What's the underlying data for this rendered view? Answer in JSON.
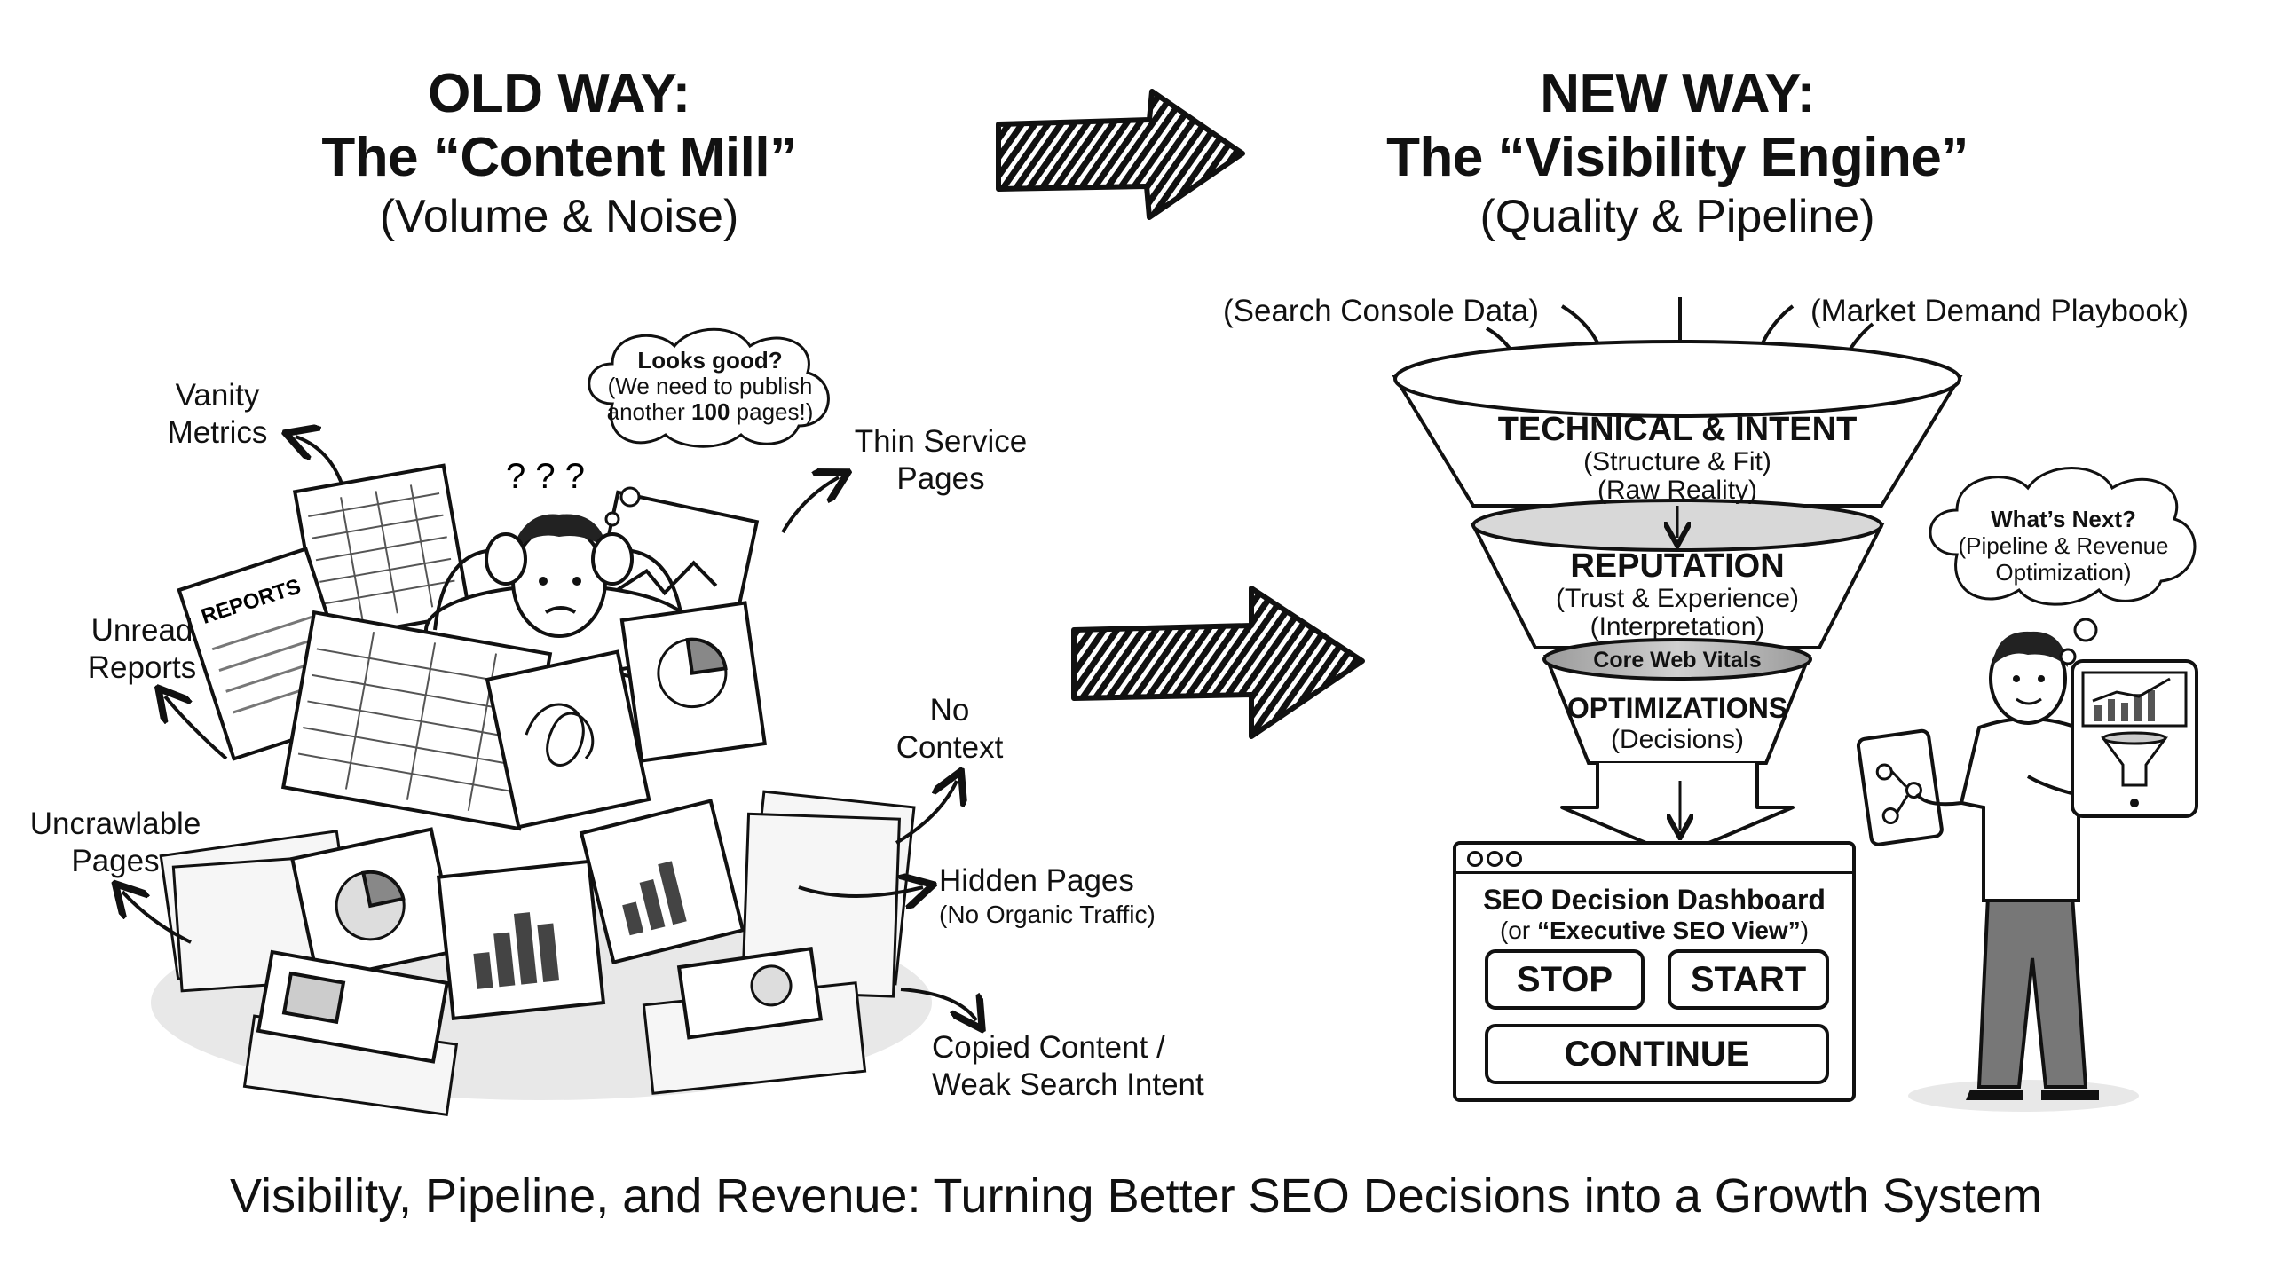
{
  "old_way": {
    "title_line1": "OLD WAY:",
    "title_line2": "The “Content Mill”",
    "subtitle": "(Volume & Noise)",
    "thought_bubble": {
      "line1": "Looks good?",
      "line2": "(We need to publish",
      "line3_pre": "another ",
      "line3_bold": "100",
      "line3_post": " pages!)"
    },
    "reports_label": "REPORTS",
    "labels": {
      "vanity_1": "Vanity",
      "vanity_2": "Metrics",
      "thin_1": "Thin Service",
      "thin_2": "Pages",
      "unread_1": "Unread",
      "unread_2": "Reports",
      "nocontext_1": "No",
      "nocontext_2": "Context",
      "uncrawl_1": "Uncrawlable",
      "uncrawl_2": "Pages",
      "hidden_1": "Hidden Pages",
      "hidden_2": "(No Organic Traffic)",
      "copied_1": "Copied Content /",
      "copied_2": "Weak Search Intent"
    }
  },
  "new_way": {
    "title_line1": "NEW WAY:",
    "title_line2": "The “Visibility Engine”",
    "subtitle": "(Quality & Pipeline)",
    "input_left": "(Search Console Data)",
    "input_right": "(Market Demand Playbook)",
    "funnel": {
      "tier1_title": "TECHNICAL & INTENT",
      "tier1_sub1": "(Structure & Fit)",
      "tier1_sub2": "(Raw Reality)",
      "tier2_title": "REPUTATION",
      "tier2_sub1": "(Trust & Experience)",
      "tier2_sub2": "(Interpretation)",
      "tier3_band": "Core Web Vitals",
      "tier3_title": "OPTIMIZATIONS",
      "tier3_sub": "(Decisions)"
    },
    "thought_bubble": {
      "line1": "What’s Next?",
      "line2": "(Pipeline & Revenue",
      "line3": "Optimization)"
    },
    "dashboard": {
      "title": "SEO Decision Dashboard",
      "subtitle_pre": "(or ",
      "subtitle_bold": "“Executive SEO View”",
      "subtitle_post": ")",
      "stop": "STOP",
      "start": "START",
      "continue": "CONTINUE"
    }
  },
  "caption": "Visibility, Pipeline, and Revenue: Turning Better SEO Decisions into a Growth System"
}
